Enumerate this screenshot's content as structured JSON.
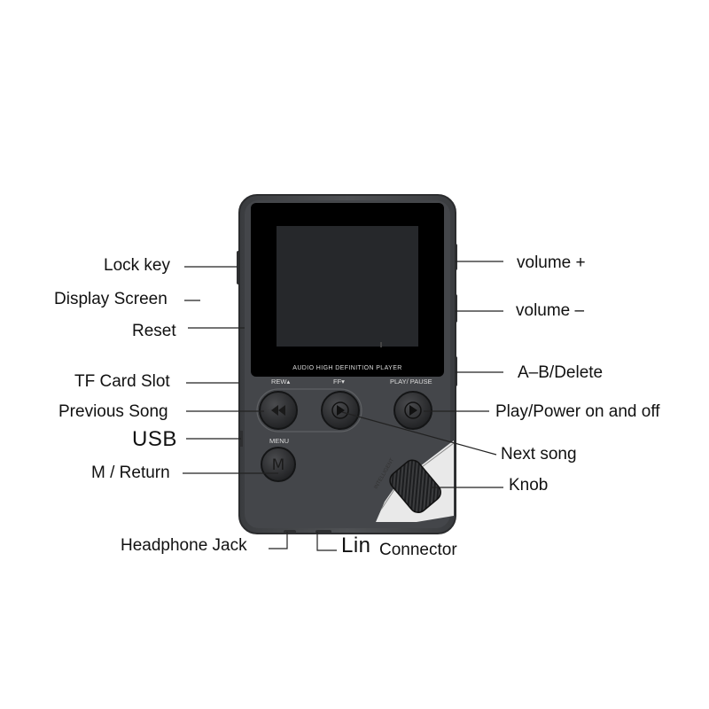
{
  "device": {
    "screen_caption": "AUDIO HIGH DEFINITION PLAYER",
    "rew_label": "REW▴",
    "ff_label": "FF▾",
    "play_pause_label": "PLAY/ PAUSE",
    "menu_label": "MENU",
    "m_button_glyph": "M",
    "side_text": "INTELLIGENT",
    "colors": {
      "body": "#4a4c4f",
      "screen": "#000000",
      "display": "#26282b",
      "buttons": "#2a2b2d"
    }
  },
  "labels": {
    "lock_key": "Lock key",
    "display_screen": "Display Screen",
    "reset": "Reset",
    "tf_card_slot": "TF Card Slot",
    "previous_song": "Previous Song",
    "usb": "USB",
    "m_return": "M / Return",
    "headphone_jack": "Headphone Jack",
    "lin": "Lin",
    "connector": "Connector",
    "volume_plus": "volume +",
    "volume_minus": "volume –",
    "ab_delete": "A–B/Delete",
    "play_power": "Play/Power on and off",
    "next_song": "Next song",
    "knob": "Knob"
  }
}
